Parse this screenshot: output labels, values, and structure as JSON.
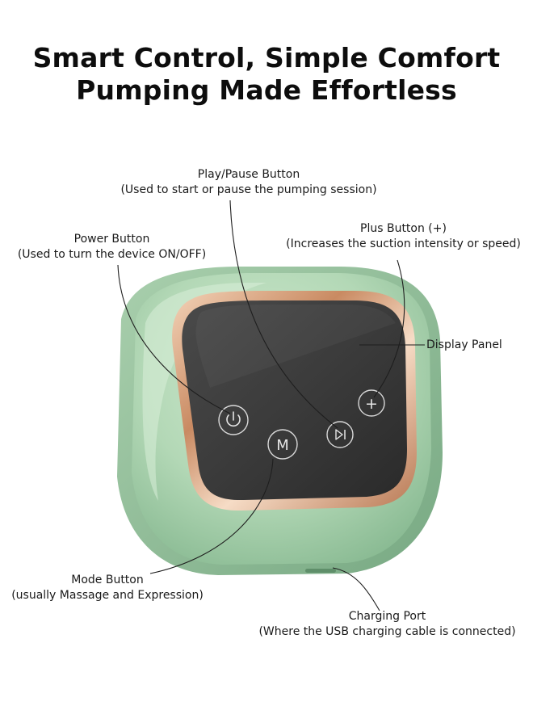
{
  "headline": {
    "line1": "Smart Control, Simple Comfort",
    "line2": "Pumping Made Effortless"
  },
  "callouts": {
    "play_pause": {
      "title": "Play/Pause Button",
      "desc": "(Used to start or pause the pumping session)"
    },
    "plus": {
      "title": "Plus Button (+)",
      "desc": "(Increases the suction intensity or speed)"
    },
    "power": {
      "title": "Power Button",
      "desc": "(Used to turn the device ON/OFF)"
    },
    "display": {
      "title": "Display Panel"
    },
    "mode": {
      "title": "Mode Button",
      "desc": "(usually Massage and Expression)"
    },
    "charging": {
      "title": "Charging Port",
      "desc": "(Where the USB charging cable is connected)"
    }
  },
  "device_buttons": {
    "mode_glyph": "M",
    "plus_glyph": "+"
  },
  "colors": {
    "body_green": "#b5d9b8",
    "panel_dark": "#3a3a3a",
    "rose_gold_rim": "#d9a585"
  }
}
